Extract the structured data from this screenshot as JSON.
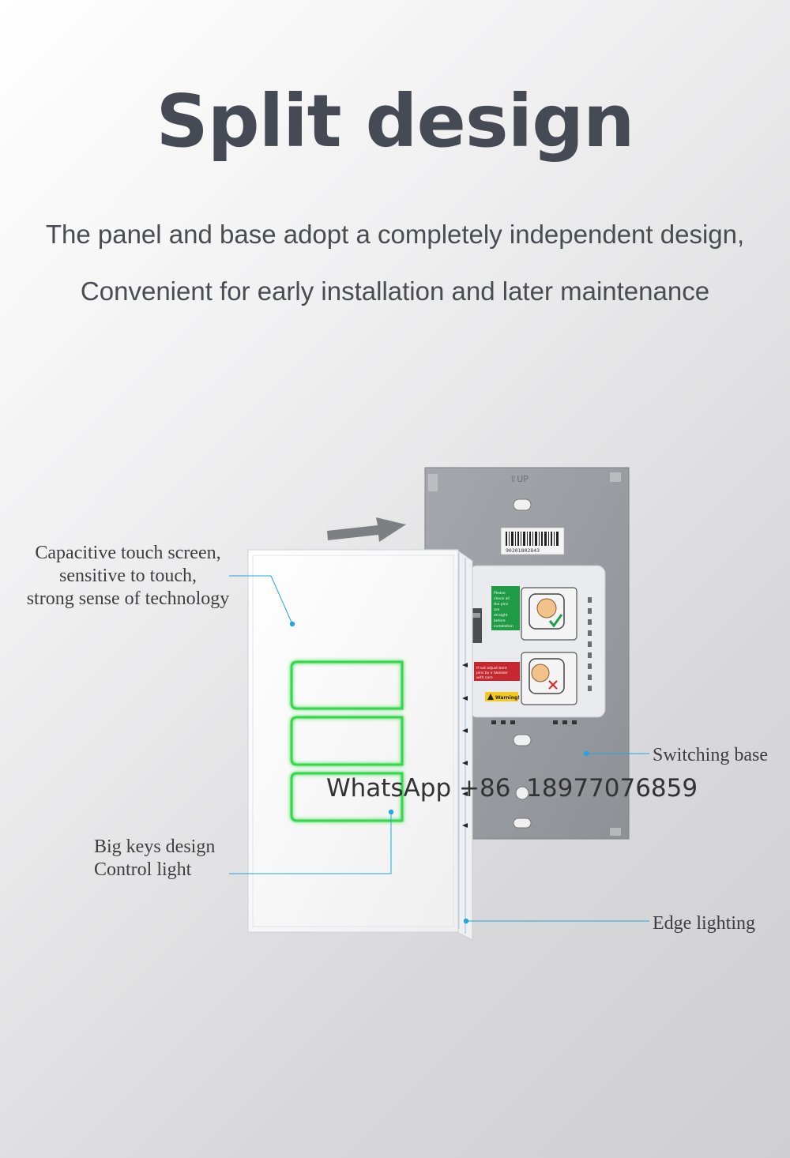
{
  "header": {
    "title": "Split design",
    "subtitle_line1": "The panel and base adopt a completely independent design,",
    "subtitle_line2": "Convenient for early installation and later maintenance"
  },
  "callouts": {
    "touch_line1": "Capacitive touch screen,",
    "touch_line2": "sensitive to touch,",
    "touch_line3": "strong sense of technology",
    "keys_line1": "Big keys design",
    "keys_line2": "Control light",
    "base": "Switching base",
    "edge": "Edge lighting"
  },
  "watermark": "WhatsApp +86  18977076859",
  "base_plate": {
    "up_mark": "⇧UP",
    "barcode_number": "90201802843",
    "green_sticker": "Please check all the pins are straight before installation",
    "red_sticker": "If not adjust bent pins by a tweezer with care",
    "warning_sticker": "Warning!"
  },
  "colors": {
    "title": "#464a54",
    "key_glow": "#35d84a",
    "leader_line": "#1ea7e1",
    "plate": "#9a9da2",
    "panel": "#f7f7f7"
  }
}
